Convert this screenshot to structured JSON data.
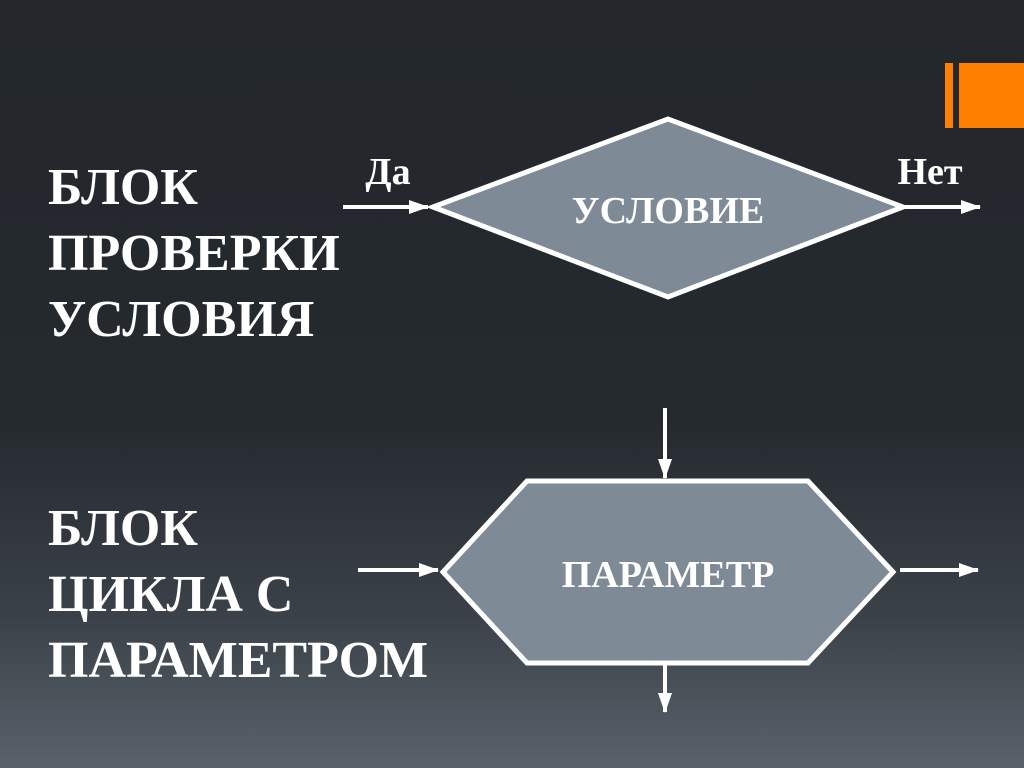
{
  "colors": {
    "background_top": "#23272c",
    "background_bottom": "#59626b",
    "text": "#ffffff",
    "shape_fill": "#7f8a97",
    "shape_stroke": "#ffffff",
    "accent": "#ff8000"
  },
  "sections": [
    {
      "heading_lines": [
        "БЛОК",
        "ПРОВЕРКИ",
        "УСЛОВИЯ"
      ]
    },
    {
      "heading_lines": [
        "БЛОК",
        "ЦИКЛА С",
        "ПАРАМЕТРОМ"
      ]
    }
  ],
  "diagram": {
    "condition": {
      "label": "УСЛОВИЕ",
      "yes_label": "Да",
      "no_label": "Нет"
    },
    "loop": {
      "label": "ПАРАМЕТР"
    }
  }
}
